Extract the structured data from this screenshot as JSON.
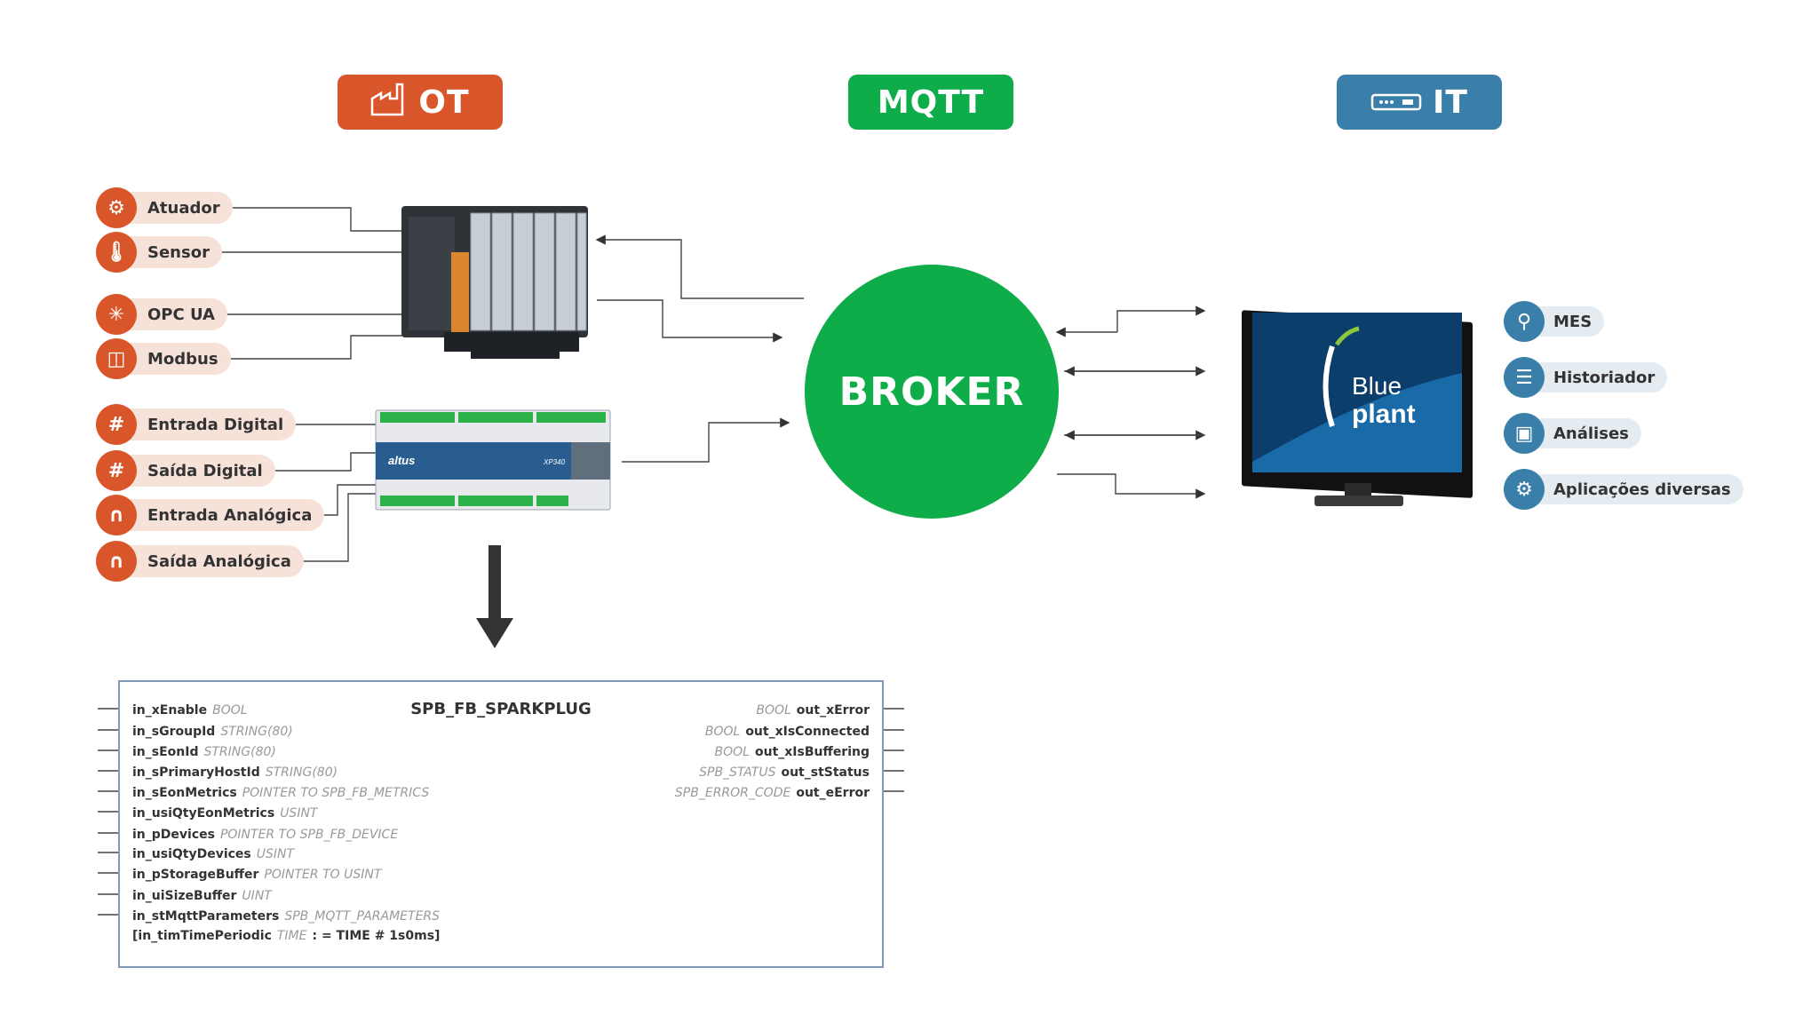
{
  "headers": {
    "ot": "OT",
    "mqtt": "MQTT",
    "it": "IT"
  },
  "broker": {
    "label": "BROKER"
  },
  "ot_devices": [
    {
      "label": "Atuador",
      "icon": "actuator-icon"
    },
    {
      "label": "Sensor",
      "icon": "thermometer-icon"
    },
    {
      "label": "OPC UA",
      "icon": "network-hub-icon"
    },
    {
      "label": "Modbus",
      "icon": "modbus-port-icon"
    },
    {
      "label": "Entrada Digital",
      "icon": "digital-input-icon"
    },
    {
      "label": "Saída Digital",
      "icon": "digital-output-icon"
    },
    {
      "label": "Entrada Analógica",
      "icon": "analog-input-icon"
    },
    {
      "label": "Saída Analógica",
      "icon": "analog-output-icon"
    }
  ],
  "it_apps": [
    {
      "label": "MES",
      "icon": "joystick-icon"
    },
    {
      "label": "Historiador",
      "icon": "database-icon"
    },
    {
      "label": "Análises",
      "icon": "analytics-monitor-icon"
    },
    {
      "label": "Aplicações diversas",
      "icon": "settings-gear-icon"
    }
  ],
  "controller": {
    "brand": "altus",
    "model": "XP340"
  },
  "monitor": {
    "logo_line1": "Blue",
    "logo_line2": "plant"
  },
  "function_block": {
    "title": "SPB_FB_SPARKPLUG",
    "inputs": [
      {
        "name": "in_xEnable",
        "type": "BOOL"
      },
      {
        "name": "in_sGroupId",
        "type": "STRING(80)"
      },
      {
        "name": "in_sEonId",
        "type": "STRING(80)"
      },
      {
        "name": "in_sPrimaryHostId",
        "type": "STRING(80)"
      },
      {
        "name": "in_sEonMetrics",
        "type": "POINTER TO SPB_FB_METRICS"
      },
      {
        "name": "in_usiQtyEonMetrics",
        "type": "USINT"
      },
      {
        "name": "in_pDevices",
        "type": "POINTER TO SPB_FB_DEVICE"
      },
      {
        "name": "in_usiQtyDevices",
        "type": "USINT"
      },
      {
        "name": "in_pStorageBuffer",
        "type": "POINTER TO USINT"
      },
      {
        "name": "in_uiSizeBuffer",
        "type": "UINT"
      },
      {
        "name": "in_stMqttParameters",
        "type": "SPB_MQTT_PARAMETERS"
      },
      {
        "name": "[in_timTimePeriodic",
        "type": "TIME",
        "suffix": ": = TIME # 1s0ms]"
      }
    ],
    "outputs": [
      {
        "type": "BOOL",
        "name": "out_xError"
      },
      {
        "type": "BOOL",
        "name": "out_xIsConnected"
      },
      {
        "type": "BOOL",
        "name": "out_xIsBuffering"
      },
      {
        "type": "SPB_STATUS",
        "name": "out_stStatus"
      },
      {
        "type": "SPB_ERROR_CODE",
        "name": "out_eError"
      }
    ]
  },
  "colors": {
    "ot_orange": "#d9562a",
    "mqtt_green": "#0fad4a",
    "it_blue": "#3a7faa"
  }
}
